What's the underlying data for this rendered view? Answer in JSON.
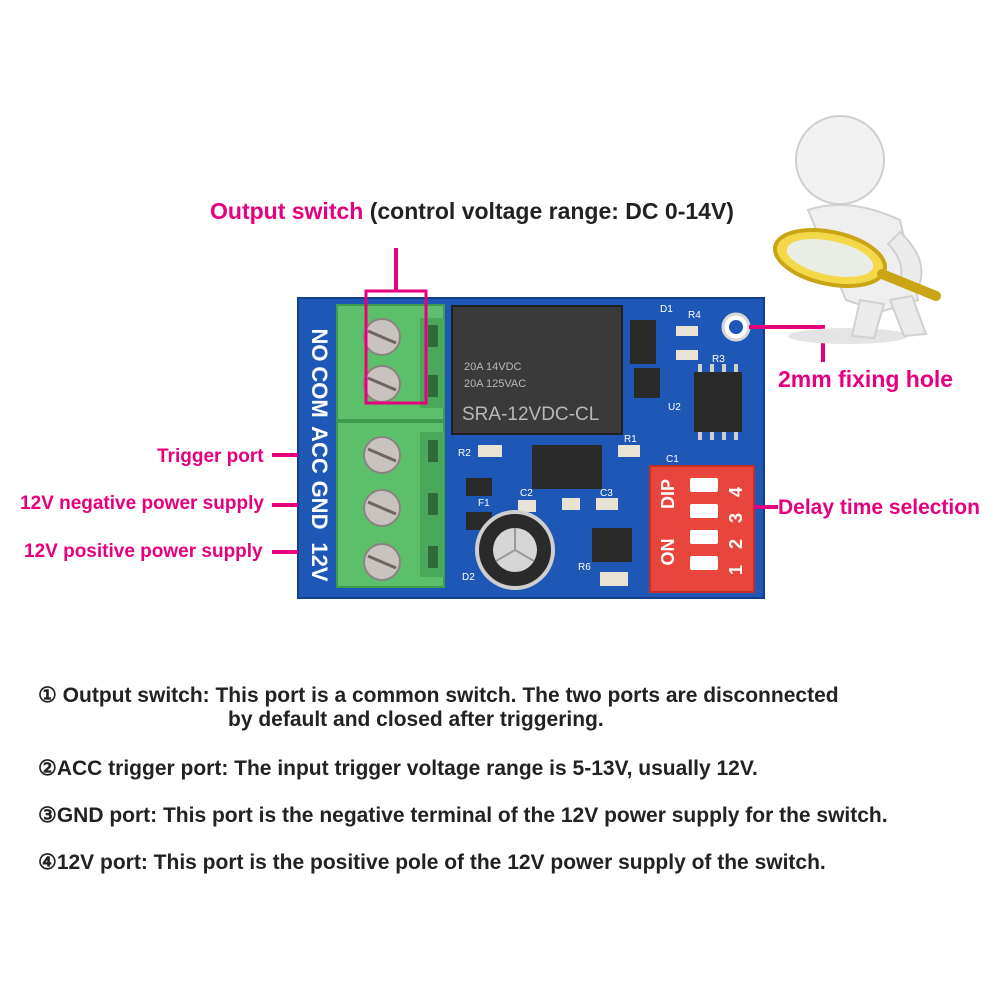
{
  "labels": {
    "output_switch": "Output switch",
    "output_switch_range": "(control voltage range: DC 0-14V)",
    "fixing_hole": "2mm fixing hole",
    "trigger_port": "Trigger port",
    "neg_supply": "12V negative power supply",
    "pos_supply": "12V positive power supply",
    "delay_time": "Delay time selection"
  },
  "board": {
    "pins": [
      "NO",
      "COM",
      "ACC",
      "GND",
      "12V"
    ],
    "relay_lines": [
      "20A 14VDC",
      "20A 125VAC",
      "SRA-12VDC-CL"
    ],
    "component_labels": [
      "D1",
      "R4",
      "R3",
      "U2",
      "R1",
      "R2",
      "C1",
      "F1",
      "C2",
      "C3",
      "D2",
      "R6"
    ],
    "dip_text": [
      "ON",
      "DIP"
    ],
    "dip_numbers": [
      "1",
      "2",
      "3",
      "4"
    ]
  },
  "notes": {
    "n1a": "① Output switch: This port is a common switch. The two ports are disconnected",
    "n1b": "by default and closed after triggering.",
    "n2": "②ACC trigger port: The input trigger voltage range is 5-13V, usually 12V.",
    "n3": "③GND port: This port is the negative terminal of the 12V power supply for the switch.",
    "n4": "④12V port: This port is the positive pole of the 12V power supply of the switch."
  },
  "colors": {
    "accent": "#e6007e",
    "pcb": "#1f57b6",
    "terminal": "#5cbf6a",
    "dip": "#e8453c"
  }
}
